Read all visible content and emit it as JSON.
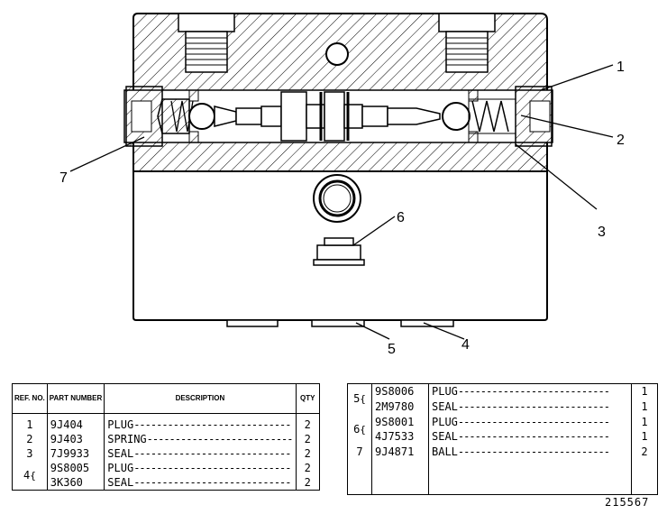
{
  "callouts": {
    "c1": "1",
    "c2": "2",
    "c3": "3",
    "c4": "4",
    "c5": "5",
    "c6": "6",
    "c7": "7"
  },
  "left_table": {
    "headers": {
      "ref_no": "REF. NO.",
      "part_number": "PART NUMBER",
      "description": "DESCRIPTION",
      "qty": "QTY"
    },
    "rows": [
      {
        "ref": "1",
        "part": "9J404",
        "desc": "PLUG",
        "qty": "2"
      },
      {
        "ref": "2",
        "part": "9J403",
        "desc": "SPRING",
        "qty": "2"
      },
      {
        "ref": "3",
        "part": "7J9933",
        "desc": "SEAL",
        "qty": "2"
      },
      {
        "ref": "4",
        "part": "9S8005",
        "desc": "PLUG",
        "qty": "2"
      },
      {
        "ref": "",
        "part": "3K360",
        "desc": "SEAL",
        "qty": "2"
      }
    ]
  },
  "right_table": {
    "rows": [
      {
        "ref": "5",
        "part": "9S8006",
        "desc": "PLUG",
        "qty": "1"
      },
      {
        "ref": "",
        "part": "2M9780",
        "desc": "SEAL",
        "qty": "1"
      },
      {
        "ref": "6",
        "part": "9S8001",
        "desc": "PLUG",
        "qty": "1"
      },
      {
        "ref": "",
        "part": "4J7533",
        "desc": "SEAL",
        "qty": "1"
      },
      {
        "ref": "7",
        "part": "9J4871",
        "desc": "BALL",
        "qty": "2"
      }
    ]
  },
  "figure_number": "215567"
}
